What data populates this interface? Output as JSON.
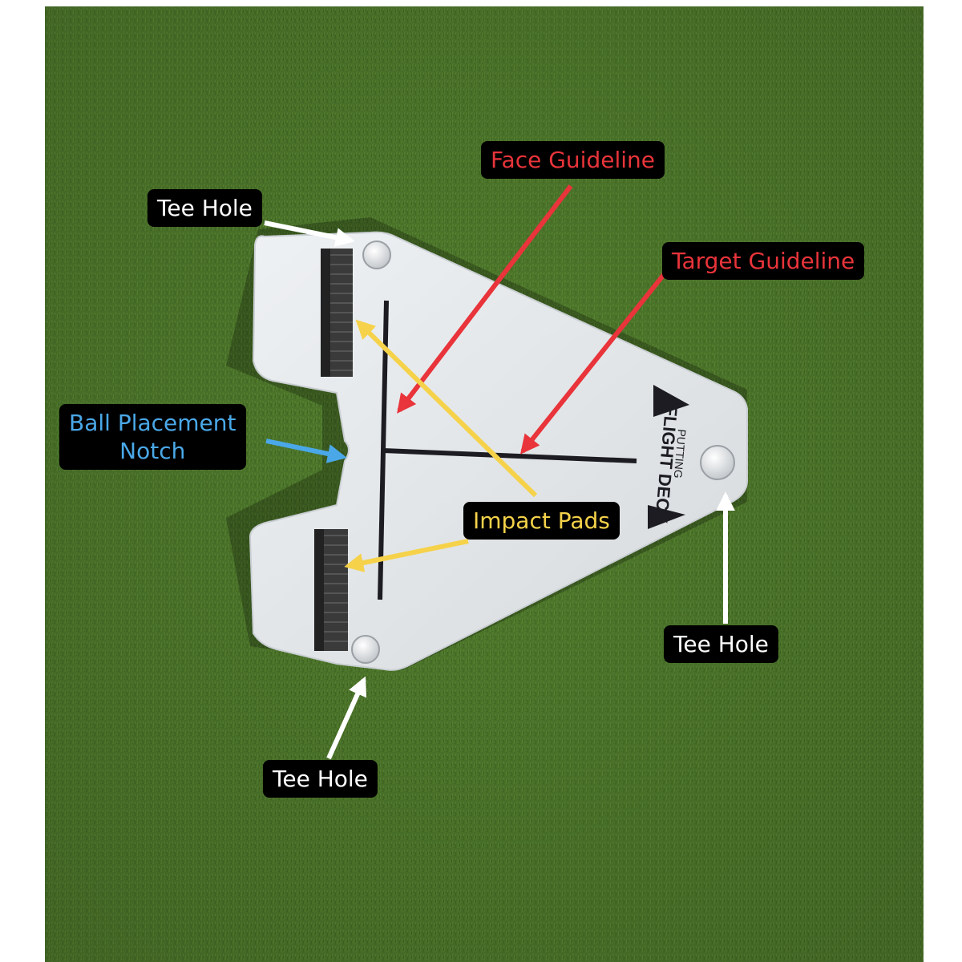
{
  "colors": {
    "background": "#ffffff",
    "grass": "#4f7a2c",
    "deck": "#e6e9ec",
    "callout_bg": "#000000",
    "white_label": "#ffffff",
    "red_label": "#e8343a",
    "blue_label": "#4aa8e8",
    "yellow_label": "#f5d24a"
  },
  "brand": {
    "line1": "FLIGHT DECK",
    "line2": "PUTTING"
  },
  "callouts": {
    "face_guideline": "Face Guideline",
    "target_guideline": "Target Guideline",
    "tee_hole_top_left": "Tee Hole",
    "ball_placement_line1": "Ball Placement",
    "ball_placement_line2": "Notch",
    "impact_pads": "Impact Pads",
    "tee_hole_right": "Tee Hole",
    "tee_hole_bottom": "Tee Hole"
  }
}
